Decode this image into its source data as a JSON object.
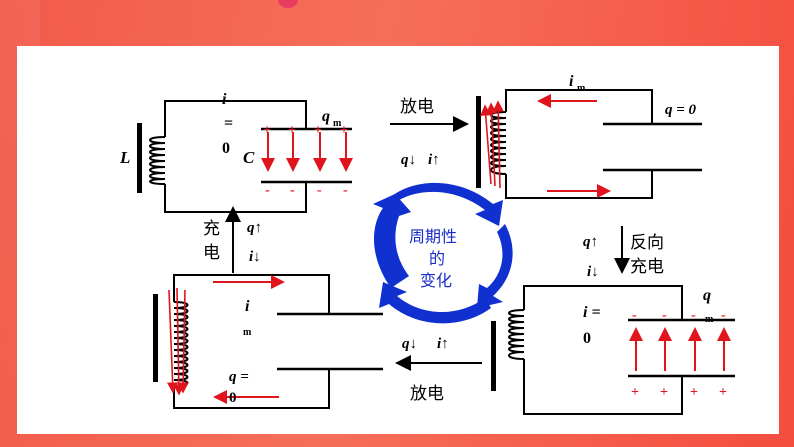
{
  "colors": {
    "background": "#f4574a",
    "slide": "#ffffff",
    "wire": "#000000",
    "current_arrow": "#e0141c",
    "cycle_arrow": "#1030d0"
  },
  "cycle_label": [
    "周期性",
    "的",
    "变化"
  ],
  "top_left": {
    "inductor_label": "L",
    "capacitor_label": "C",
    "current": [
      "i",
      "=",
      "0"
    ],
    "charge": "q",
    "charge_sub": "m",
    "top_plate_signs": [
      "+",
      "+",
      "+",
      "+"
    ],
    "bottom_plate_signs": [
      "-",
      "-",
      "-",
      "-"
    ]
  },
  "top_right": {
    "current": "i",
    "current_sub": "m",
    "charge": "q = 0"
  },
  "bottom_right": {
    "current": [
      "i =",
      "0"
    ],
    "charge": "q",
    "charge_sub": "m",
    "top_plate_signs": [
      "-",
      "-",
      "-",
      "-"
    ],
    "bottom_plate_signs": [
      "+",
      "+",
      "+",
      "+"
    ]
  },
  "bottom_left": {
    "current": [
      "i",
      "m"
    ],
    "charge": [
      "q =",
      "0"
    ]
  },
  "transitions": {
    "discharge_top": {
      "label": "放电",
      "q": "q↓",
      "i": "i↑"
    },
    "reverse_charge": {
      "label": [
        "反向",
        "充电"
      ],
      "q": "q↑",
      "i": "i↓"
    },
    "discharge_bottom": {
      "label": "放电",
      "q": "q↓",
      "i": "i↑"
    },
    "charge_left": {
      "label": [
        "充",
        "电"
      ],
      "q": "q↑",
      "i": "i↓"
    }
  }
}
